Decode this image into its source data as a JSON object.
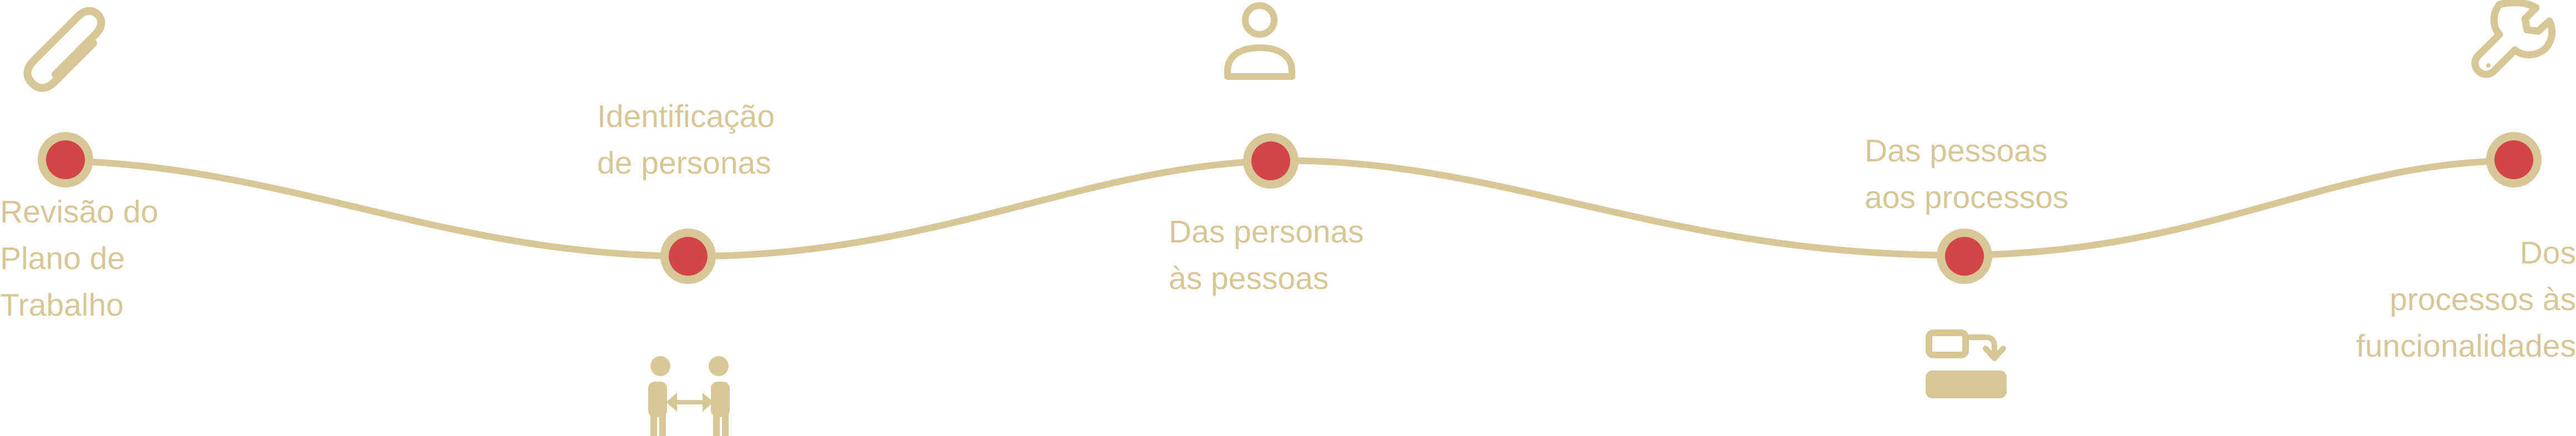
{
  "colors": {
    "line": "#d7c797",
    "icon": "#d7c797",
    "node_fill": "#d24646",
    "node_ring": "#d7c797",
    "text": "#d7c797",
    "background": "#ffffff"
  },
  "steps": [
    {
      "label": "Revisão do\nPlano de\nTrabalho",
      "icon": "paperclip-icon"
    },
    {
      "label": "Identificação\nde personas",
      "icon": "people-exchange-icon"
    },
    {
      "label": "Das personas\nàs pessoas",
      "icon": "person-icon"
    },
    {
      "label": "Das pessoas\naos processos",
      "icon": "process-flow-icon"
    },
    {
      "label": "Dos\nprocessos às\nfuncionalidades",
      "icon": "wrench-icon"
    }
  ]
}
